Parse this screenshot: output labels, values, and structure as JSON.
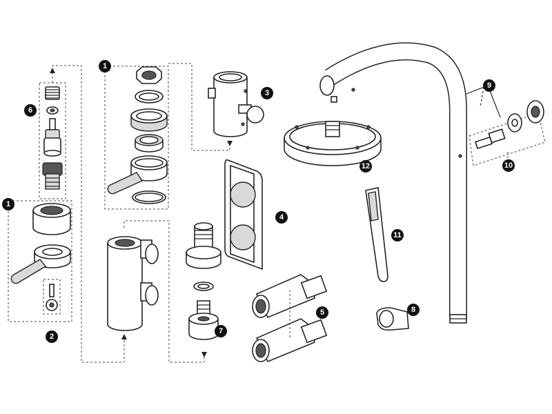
{
  "callouts": [
    {
      "id": "1a",
      "label": "1"
    },
    {
      "id": "1b",
      "label": "1"
    },
    {
      "id": "2",
      "label": "2"
    },
    {
      "id": "3",
      "label": "3"
    },
    {
      "id": "4",
      "label": "4"
    },
    {
      "id": "5",
      "label": "5"
    },
    {
      "id": "6",
      "label": "6"
    },
    {
      "id": "7",
      "label": "7"
    },
    {
      "id": "8",
      "label": "8"
    },
    {
      "id": "9",
      "label": "9"
    },
    {
      "id": "10",
      "label": "10"
    },
    {
      "id": "11",
      "label": "11"
    },
    {
      "id": "12",
      "label": "12"
    }
  ]
}
